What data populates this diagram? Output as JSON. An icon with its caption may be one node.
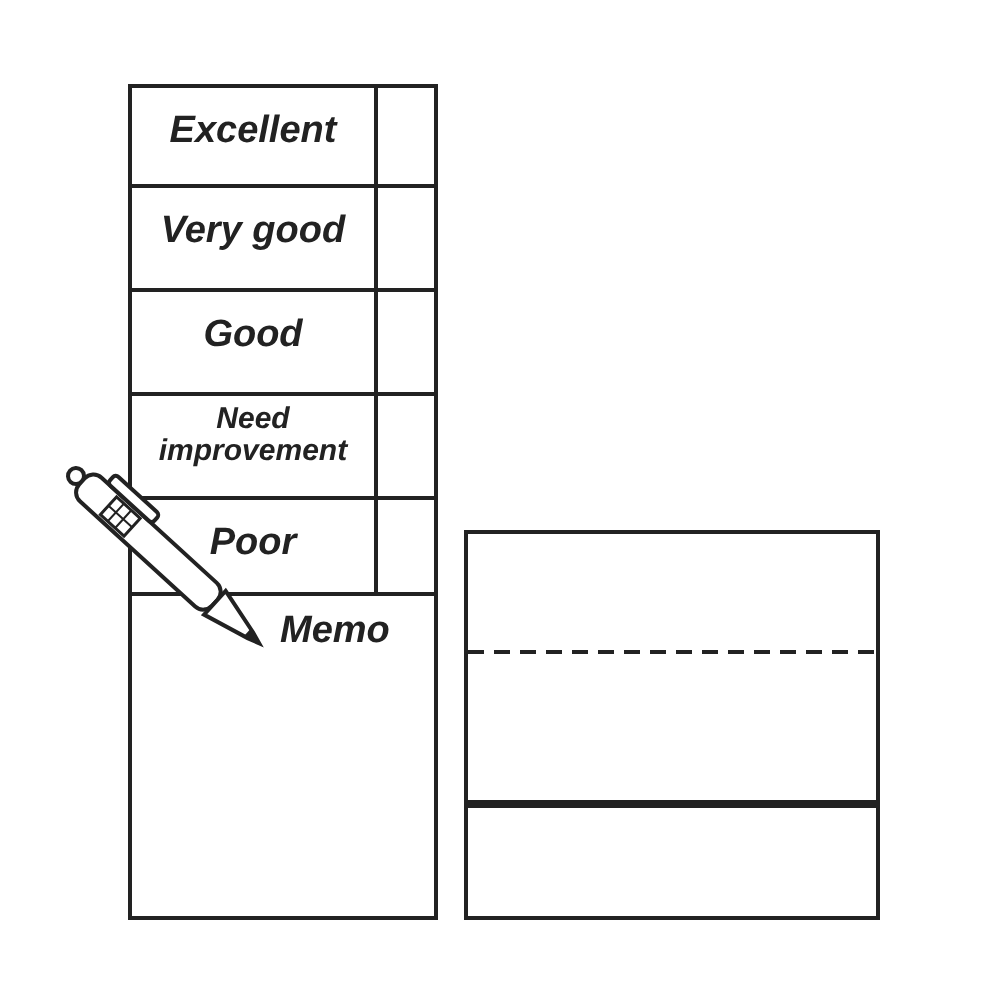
{
  "diagram": {
    "labels": [
      "Excellent",
      "Very good",
      "Good",
      "Need improvement",
      "Poor",
      "Memo"
    ]
  }
}
